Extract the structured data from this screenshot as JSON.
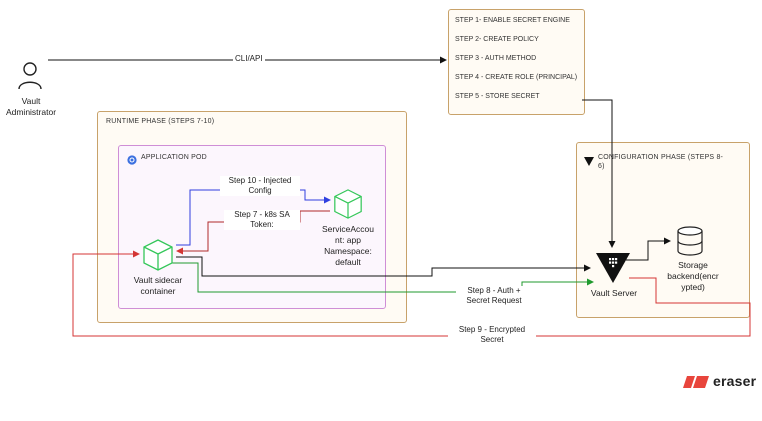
{
  "actor": {
    "name": "Vault Administrator",
    "label_line1": "Vault",
    "label_line2": "Administrator"
  },
  "edges": {
    "cli_api": "CLI/API",
    "step10_line1": "Step 10 - Injected",
    "step10_line2": "Config",
    "step7_line1": "Step 7 - k8s SA",
    "step7_line2": "Token:",
    "step8_line1": "Step 8 - Auth +",
    "step8_line2": "Secret Request",
    "step9_line1": "Step 9 - Encrypted",
    "step9_line2": "Secret"
  },
  "steps": [
    "STEP 1- ENABLE SECRET ENGINE",
    "STEP 2- CREATE POLICY",
    "STEP 3 - AUTH METHOD",
    "STEP 4 - CREATE ROLE (PRINCIPAL)",
    "STEP 5 - STORE SECRET"
  ],
  "groups": {
    "runtime": "RUNTIME PHASE (STEPS 7-10)",
    "app_pod": "APPLICATION POD",
    "config_line1": "CONFIGURATION PHASE (STEPS 8-",
    "config_line2": "6)"
  },
  "nodes": {
    "sidecar_line1": "Vault sidecar",
    "sidecar_line2": "container",
    "sa_line1": "ServiceAccou",
    "sa_line2": "nt: app",
    "sa_line3": "Namespace:",
    "sa_line4": "default",
    "vault_server": "Vault Server",
    "storage_line1": "Storage",
    "storage_line2": "backend(encr",
    "storage_line3": "ypted)"
  },
  "brand": "eraser",
  "icons": {
    "actor": "user-icon",
    "pod": "kubernetes-icon",
    "sidecar": "cube-icon",
    "service_account": "cube-icon",
    "vault": "vault-icon",
    "storage": "database-icon",
    "config_group": "vault-triangle-icon",
    "brand": "eraser-logo-icon"
  },
  "colors": {
    "black_flow": "#111111",
    "blue_flow": "#2f3fe0",
    "red_flow": "#d43434",
    "green_flow": "#1f9a2e",
    "group_border": "#c8a26a",
    "pod_border": "#cf8ed6",
    "cube_green": "#34c759"
  }
}
